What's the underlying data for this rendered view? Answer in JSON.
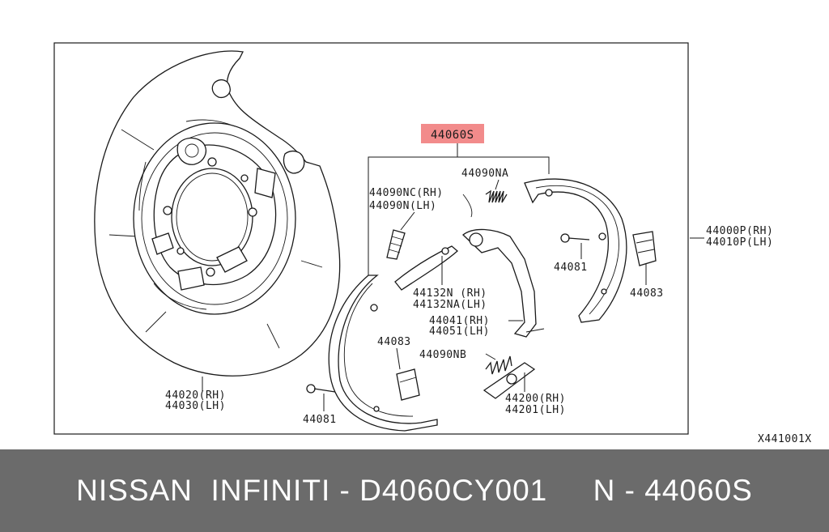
{
  "diagram": {
    "highlight_label": "44060S",
    "doc_code": "X441001X",
    "labels": {
      "l44090NA": "44090NA",
      "l44090NC": "44090NC(RH)",
      "l44090N": "44090N(LH)",
      "l44000P": "44000P(RH)",
      "l44010P": "44010P(LH)",
      "l44081_right": "44081",
      "l44083_right": "44083",
      "l44132N": "44132N (RH)",
      "l44132NA": "44132NA(LH)",
      "l44041": "44041(RH)",
      "l44051": "44051(LH)",
      "l44083_left": "44083",
      "l44090NB": "44090NB",
      "l44200": "44200(RH)",
      "l44201": "44201(LH)",
      "l44020": "44020(RH)",
      "l44030": "44030(LH)",
      "l44081_left": "44081"
    },
    "highlight_color": "#f28b8b"
  },
  "footer": {
    "text": "NISSAN  INFINITI - D4060CY001     N - 44060S"
  }
}
